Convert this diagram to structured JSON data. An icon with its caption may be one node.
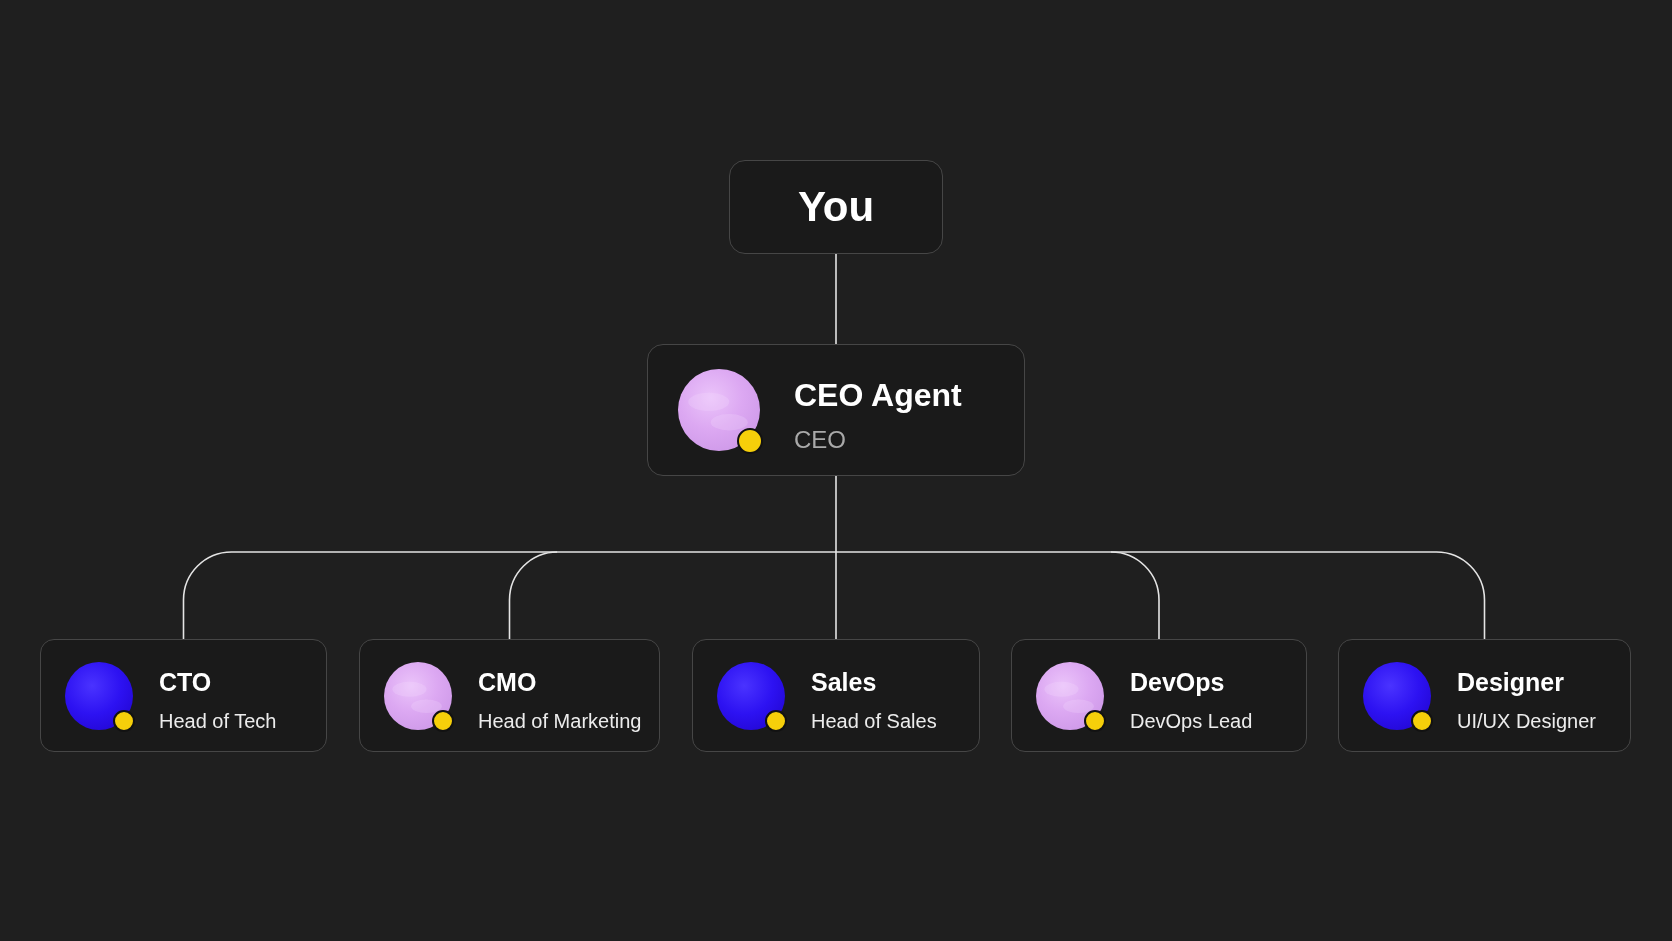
{
  "diagram": {
    "nodes": [
      {
        "text": [
          "You"
        ]
      },
      {
        "text": [
          "CEO Agent",
          "CEO"
        ]
      },
      {
        "text": [
          "CTO",
          "Head of Tech"
        ]
      },
      {
        "text": [
          "CMO",
          "Head of Marketing"
        ]
      },
      {
        "text": [
          "Sales",
          "Head of Sales"
        ]
      },
      {
        "text": [
          "DevOps",
          "DevOps Lead"
        ]
      },
      {
        "text": [
          "Designer",
          "UI/UX Designer"
        ]
      }
    ],
    "edges": [
      {
        "from": 0,
        "to": 1,
        "arrow": "none"
      },
      {
        "from": 1,
        "to": 2,
        "arrow": "none"
      },
      {
        "from": 1,
        "to": 3,
        "arrow": "none"
      },
      {
        "from": 1,
        "to": 4,
        "arrow": "none"
      },
      {
        "from": 1,
        "to": 5,
        "arrow": "none"
      },
      {
        "from": 1,
        "to": 6,
        "arrow": "none"
      }
    ]
  }
}
